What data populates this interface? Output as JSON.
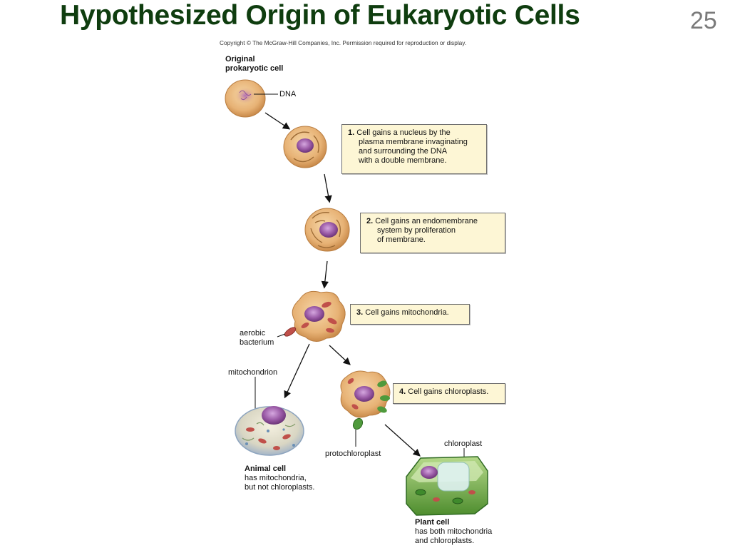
{
  "slide": {
    "title": "Hypothesized Origin of Eukaryotic Cells",
    "number": "25"
  },
  "figure": {
    "copyright": "Copyright © The McGraw-Hill Companies, Inc. Permission required for reproduction or display.",
    "original_cell_label": [
      "Original",
      "prokaryotic cell"
    ],
    "dna_label": "DNA",
    "steps": [
      {
        "num": "1.",
        "lines": [
          "Cell gains a nucleus by the",
          "plasma membrane invaginating",
          "and surrounding the DNA",
          "with a double membrane."
        ]
      },
      {
        "num": "2.",
        "lines": [
          "Cell gains an endomembrane",
          "system by proliferation",
          "of membrane."
        ]
      },
      {
        "num": "3.",
        "lines": [
          "Cell gains mitochondria."
        ]
      },
      {
        "num": "4.",
        "lines": [
          "Cell gains chloroplasts."
        ]
      }
    ],
    "aerobic_bacterium_label": [
      "aerobic",
      "bacterium"
    ],
    "mitochondrion_label": "mitochondrion",
    "protochloroplast_label": "protochloroplast",
    "chloroplast_label": "chloroplast",
    "animal_cell": {
      "title": "Animal cell",
      "lines": [
        "has mitochondria,",
        "but not chloroplasts."
      ]
    },
    "plant_cell": {
      "title": "Plant cell",
      "lines": [
        "has both mitochondria",
        "and chloroplasts."
      ]
    }
  },
  "colors": {
    "title": "#0f3d0f",
    "cell_fill": "#e8b77c",
    "cell_edge": "#c98a4a",
    "nucleus": "#9a5aa6",
    "mitochondria": "#c0504a",
    "chloroplast": "#4f9a3c",
    "step_box": "#fdf6d5"
  }
}
